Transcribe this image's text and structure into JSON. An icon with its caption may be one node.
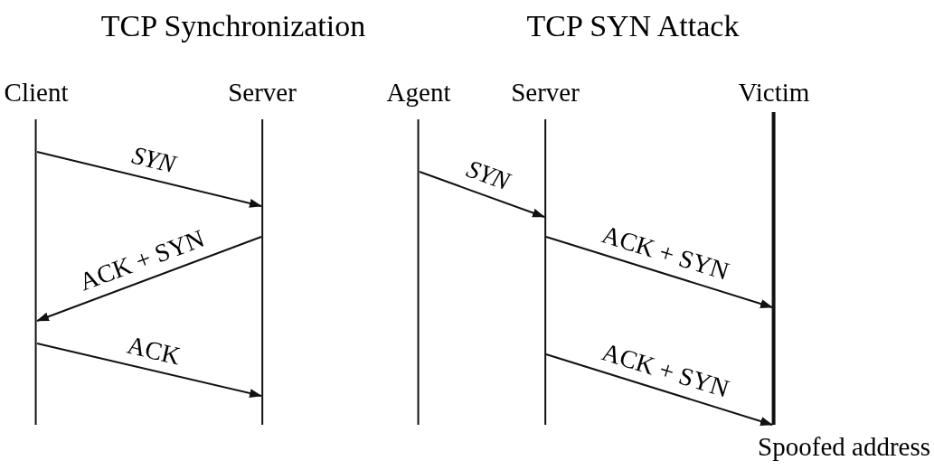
{
  "diagram": {
    "nodes": [
      {
        "text": [
          "Client"
        ]
      },
      {
        "text": [
          "Server"
        ]
      },
      {
        "text": [
          "Agent"
        ]
      },
      {
        "text": [
          "Server"
        ]
      },
      {
        "text": [
          "Victim"
        ],
        "beside": [
          "Spoofed address"
        ]
      }
    ],
    "edges": [
      {
        "from": 0,
        "to": 1,
        "arrow": "to",
        "label": "SYN"
      },
      {
        "from": 1,
        "to": 0,
        "arrow": "to",
        "label": "ACK + SYN"
      },
      {
        "from": 0,
        "to": 1,
        "arrow": "to",
        "label": "ACK"
      },
      {
        "from": 2,
        "to": 3,
        "arrow": "to",
        "label": "SYN"
      },
      {
        "from": 3,
        "to": 4,
        "arrow": "to",
        "label": "ACK + SYN"
      },
      {
        "from": 3,
        "to": 4,
        "arrow": "to",
        "label": "ACK + SYN"
      }
    ],
    "labels": [
      "TCP Synchronization",
      "TCP SYN Attack"
    ]
  }
}
